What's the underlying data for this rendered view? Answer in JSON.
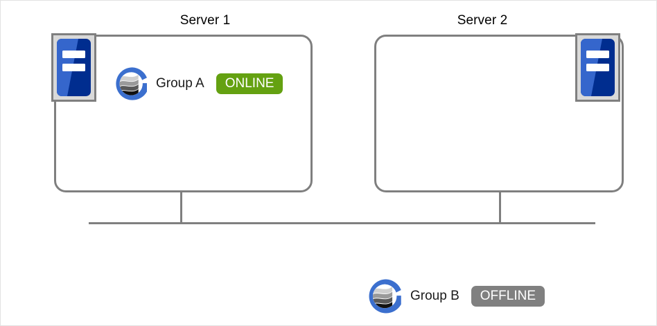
{
  "diagram": {
    "title_server_1": "Server 1",
    "title_server_2": "Server 2",
    "colors": {
      "online_green": "#64a111",
      "offline_gray": "#808080",
      "box_border": "#7f7f7f",
      "icon_frame": "#d9d9d9",
      "logo_blue": "#3b6fce",
      "server_blue_light": "#3566cc",
      "server_blue_dark": "#002d8f"
    },
    "servers": [
      {
        "name": "Server 1",
        "icon": "server-rack-icon",
        "icon_position": "top-left",
        "groups": [
          {
            "logo": "group-globe-icon",
            "label": "Group A",
            "status": "ONLINE",
            "status_color": "#64a111"
          }
        ]
      },
      {
        "name": "Server 2",
        "icon": "server-rack-icon",
        "icon_position": "top-right",
        "groups": []
      }
    ],
    "floating_groups": [
      {
        "logo": "group-globe-icon",
        "label": "Group B",
        "status": "OFFLINE",
        "status_color": "#808080"
      }
    ],
    "network": {
      "bus_label": "",
      "connections": 2
    }
  }
}
